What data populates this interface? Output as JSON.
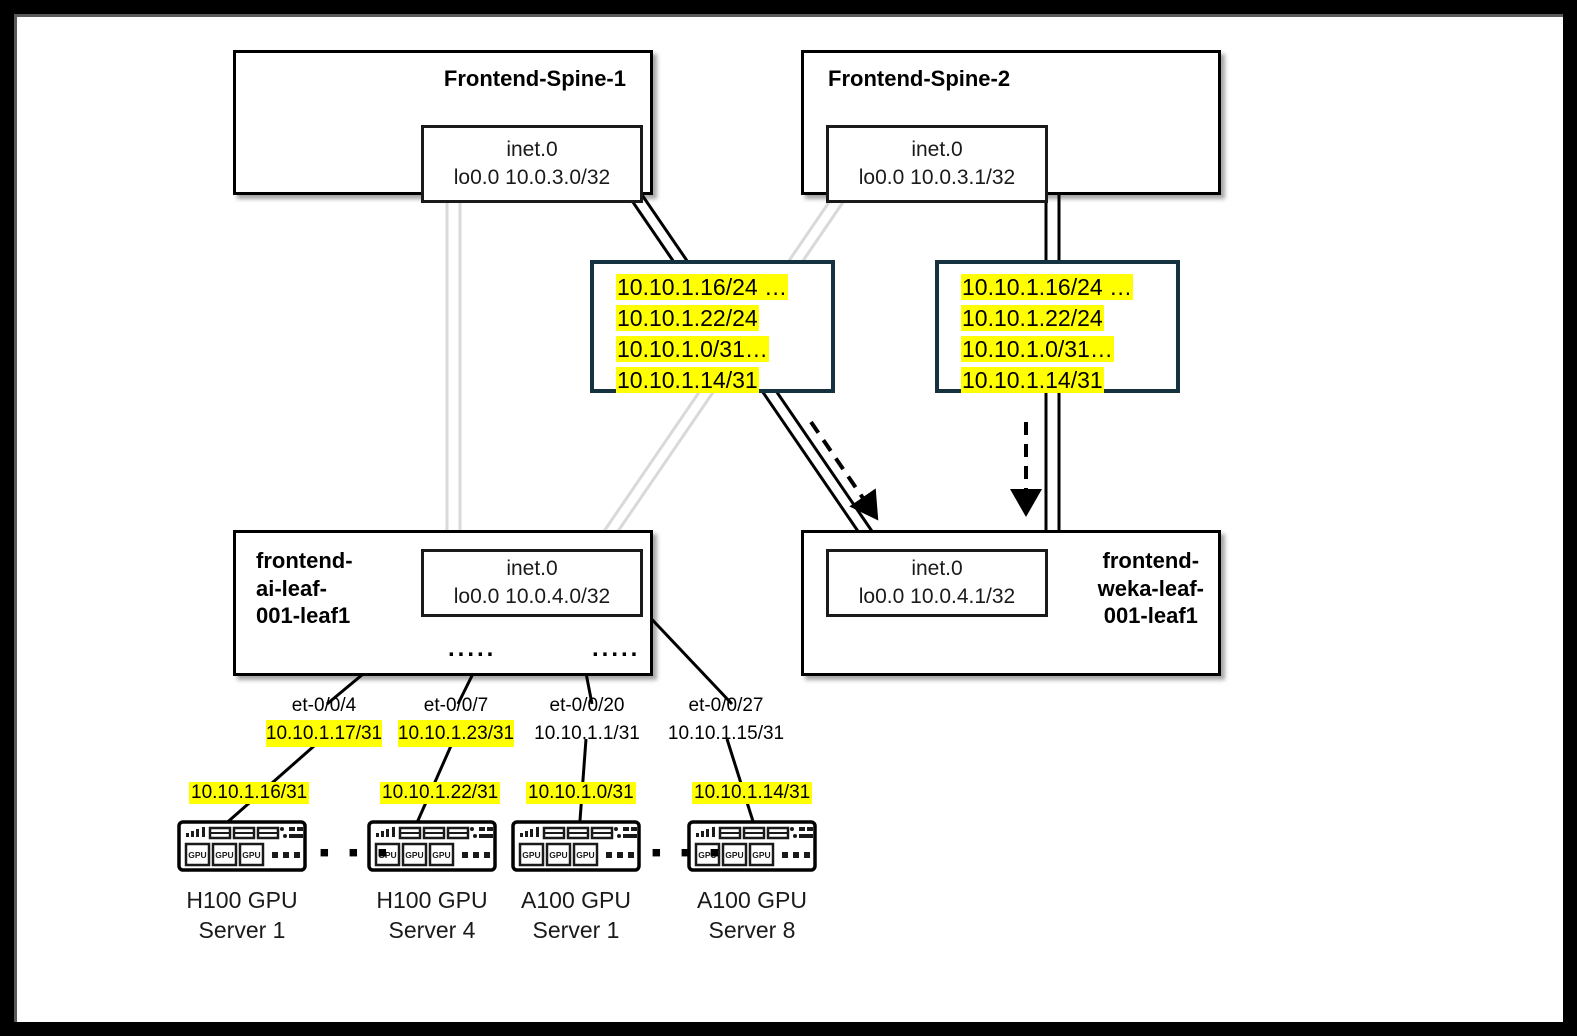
{
  "diagram": {
    "title": "Frontend fabric IP/route propagation diagram",
    "colors": {
      "highlight": "#ffff00",
      "route_table_border": "#17323f",
      "node_border": "#000000",
      "inactive_link": "#d9d9d9",
      "active_link": "#000000"
    }
  },
  "spines": [
    {
      "name": "Frontend-Spine-1",
      "inet_table": "inet.0",
      "loopback": "lo0.0  10.0.3.0/32"
    },
    {
      "name": "Frontend-Spine-2",
      "inet_table": "inet.0",
      "loopback": "lo0.0  10.0.3.1/32"
    }
  ],
  "route_tables": [
    {
      "id": "spine1-routes",
      "routes": [
        {
          "prefix": "10.10.1.16/24",
          "suffix": " …",
          "highlighted": true
        },
        {
          "prefix": "10.10.1.22/24",
          "suffix": "",
          "highlighted": true
        },
        {
          "prefix": "10.10.1.0/31",
          "suffix": "…",
          "highlighted": true
        },
        {
          "prefix": "10.10.1.14/31",
          "suffix": "",
          "highlighted": true
        }
      ]
    },
    {
      "id": "spine2-routes",
      "routes": [
        {
          "prefix": "10.10.1.16/24",
          "suffix": " …",
          "highlighted": true
        },
        {
          "prefix": "10.10.1.22/24",
          "suffix": "",
          "highlighted": true
        },
        {
          "prefix": "10.10.1.0/31",
          "suffix": "…",
          "highlighted": true
        },
        {
          "prefix": "10.10.1.14/31",
          "suffix": "",
          "highlighted": true
        }
      ]
    }
  ],
  "leaves": [
    {
      "name": "frontend-\nai-leaf-\n001-leaf1",
      "inet_table": "inet.0",
      "loopback": "lo0.0  10.0.4.0/32",
      "ellipsis": "....."
    },
    {
      "name": "frontend-\nweka-leaf-\n001-leaf1",
      "inet_table": "inet.0",
      "loopback": "lo0.0  10.0.4.1/32"
    }
  ],
  "interfaces": [
    {
      "port": "et-0/0/4",
      "ip": "10.10.1.17/31",
      "highlighted": true
    },
    {
      "port": "et-0/0/7",
      "ip": "10.10.1.23/31",
      "highlighted": true
    },
    {
      "port": "et-0/0/20",
      "ip": "10.10.1.1/31",
      "highlighted": false
    },
    {
      "port": "et-0/0/27",
      "ip": "10.10.1.15/31",
      "highlighted": false
    }
  ],
  "servers": [
    {
      "ip": "10.10.1.16/31",
      "label": "H100 GPU\nServer 1",
      "gpu_tag": "GPU",
      "trailing_dots": "• • •"
    },
    {
      "ip": "10.10.1.22/31",
      "label": "H100 GPU\nServer 4",
      "gpu_tag": "GPU",
      "trailing_dots": "• • •"
    },
    {
      "ip": "10.10.1.0/31",
      "label": "A100 GPU\nServer 1",
      "gpu_tag": "GPU",
      "trailing_dots": "• • •"
    },
    {
      "ip": "10.10.1.14/31",
      "label": "A100 GPU\nServer 8",
      "gpu_tag": "GPU",
      "trailing_dots": "• • •"
    }
  ],
  "server_group_separators": [
    "▪ ▪ ▪",
    "▪ ▪ ▪"
  ]
}
